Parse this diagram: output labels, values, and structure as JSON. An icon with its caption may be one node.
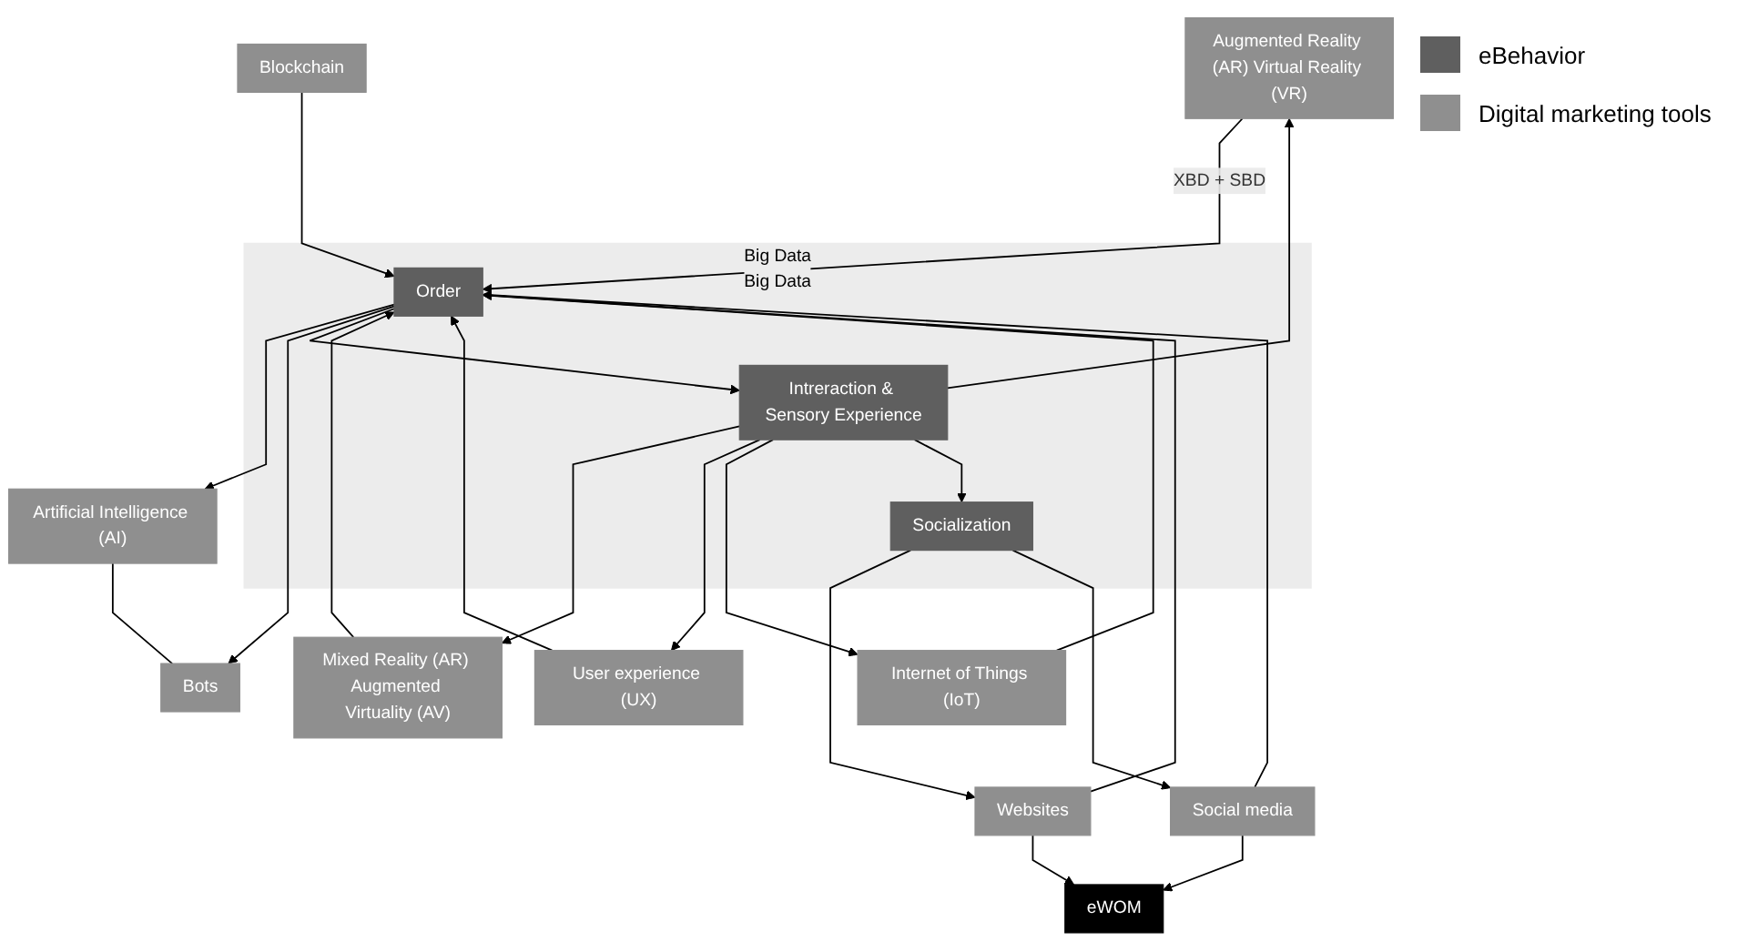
{
  "diagram": {
    "nodes": [
      {
        "text": [
          "Augmented Reality (AR) Virtual Reality (VR)"
        ]
      },
      {
        "text": [
          "Mixed Reality (AR) Augmented Virtuality (AV)"
        ]
      },
      {
        "text": [
          "Artificial Intelligence (AI)"
        ]
      },
      {
        "text": [
          "Websites"
        ]
      },
      {
        "text": [
          "Big Data",
          "Big Data"
        ]
      },
      {
        "text": [
          "Order"
        ],
        "in": 4
      },
      {
        "text": [
          "Intreraction & Sensory Experience"
        ],
        "in": 4
      },
      {
        "text": [
          "Socialization"
        ],
        "in": 4
      },
      {
        "text": [
          "eWOM"
        ]
      },
      {
        "text": [
          "Blockchain"
        ]
      },
      {
        "text": [
          "Bots"
        ]
      },
      {
        "text": [
          "Social media"
        ]
      },
      {
        "text": [
          "User experience (UX)"
        ]
      },
      {
        "text": [
          "Internet of Things (IoT)"
        ]
      }
    ],
    "edges": [
      {
        "from": 9,
        "to": 5,
        "arrow": "to"
      },
      {
        "from": 5,
        "to": 2,
        "arrow": "to"
      },
      {
        "from": 5,
        "to": 10,
        "arrow": "to"
      },
      {
        "from": 5,
        "to": 6,
        "arrow": "to"
      },
      {
        "from": 6,
        "to": 0,
        "arrow": "to"
      },
      {
        "from": 6,
        "to": 1,
        "arrow": "to"
      },
      {
        "from": 6,
        "to": 12,
        "arrow": "to"
      },
      {
        "from": 6,
        "to": 13,
        "arrow": "to"
      },
      {
        "from": 6,
        "to": 7,
        "arrow": "to"
      },
      {
        "from": 7,
        "to": 3,
        "arrow": "to"
      },
      {
        "from": 7,
        "to": 11,
        "arrow": "to"
      },
      {
        "from": 3,
        "to": 8,
        "arrow": "to"
      },
      {
        "from": 11,
        "to": 8,
        "arrow": "to"
      },
      {
        "from": 2,
        "to": 10,
        "arrow": "none"
      },
      {
        "from": 0,
        "to": 5,
        "arrow": "to",
        "label": "XBD + SBD"
      },
      {
        "from": 1,
        "to": 5,
        "arrow": "to"
      },
      {
        "from": 3,
        "to": 5,
        "arrow": "to"
      },
      {
        "from": 11,
        "to": 5,
        "arrow": "to"
      },
      {
        "from": 12,
        "to": 5,
        "arrow": "to"
      },
      {
        "from": 13,
        "to": 5,
        "arrow": "to"
      }
    ],
    "legend": [
      {
        "text": "eBehavior",
        "color": "#5f5f5f"
      },
      {
        "text": "Digital marketing tools",
        "color": "#8f8f8f"
      }
    ]
  }
}
